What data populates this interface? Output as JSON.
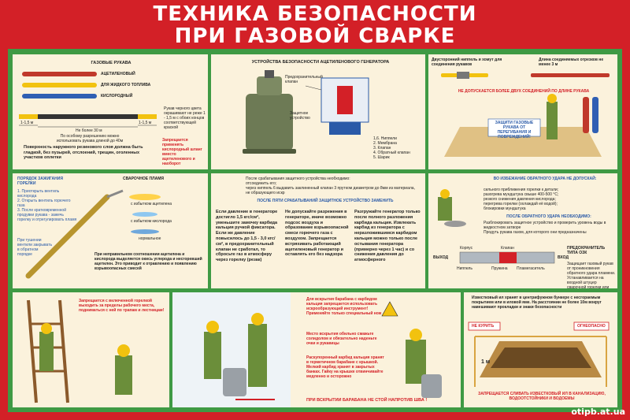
{
  "title": {
    "line1": "ТЕХНИКА БЕЗОПАСНОСТИ",
    "line2": "ПРИ ГАЗОВОЙ СВАРКЕ"
  },
  "hoses": {
    "heading": "ГАЗОВЫЕ РУКАВА",
    "acetylene": "АЦЕТИЛЕНОВЫЙ",
    "fuel": "ДЛЯ ЖИДКОГО ТОПЛИВА",
    "oxygen": "КИСЛОРОДНЫЙ",
    "dim1": "1-1,5 м",
    "dim2": "1-1,5 м",
    "dim_total": "Не более 30 м",
    "note_right": "Рукав черного цвета окрашивают не реже 1 - 1,5 м с обоих концов соответствующей краской",
    "special": "По особому разрешению можно использовать рукава длиной до 40м",
    "surface": "Поверхность наружного резинового слоя должна быть гладкой, без пузырей, отслоений, трещин, оголенных участков оплетки",
    "forbidden": "Запрещается применять кислородный шланг вместо ацетиленового и наоборот"
  },
  "generator": {
    "heading": "УСТРОЙСТВА БЕЗОПАСНОСТИ АЦЕТИЛЕНОВОГО ГЕНЕРАТОРА",
    "label_valve": "Предохранительный клапан",
    "label_device": "Защитное устройство",
    "parts": [
      "1,6. Ниппели",
      "2. Мембрана",
      "3. Клапан",
      "4. Обратный клапан",
      "5. Шарик"
    ]
  },
  "nipple": {
    "label1": "Двусторонний ниппель и хомут для соединения рукавов",
    "label2": "Длина соединяемых отрезков не менее 3 м",
    "forbidden": "НЕ ДОПУСКАЕТСЯ БОЛЕЕ ДВУХ СОЕДИНЕНИЙ ПО ДЛИНЕ РУКАВА",
    "protect": "ЗАЩИТИ ГАЗОВЫЕ РУКАВА ОТ ПЕРЕГИБАНИЯ И ПОВРЕЖДЕНИЙ!"
  },
  "ignition": {
    "heading": "ПОРЯДОК ЗАЖИГАНИЯ ГОРЕЛКИ",
    "steps": [
      "1. Приоткрыть вентиль кислорода",
      "2. Открыть вентиль горючего газа",
      "3. После кратковременной продувки рукава - зажечь горелку и отрегулировать пламя"
    ],
    "extinguish": "При тушении вентили закрывать в обратном порядке",
    "flame_heading": "СВАРОЧНОЕ ПЛАМЯ",
    "flame1": "с избытком ацетилена",
    "flame2": "с избытком кислорода",
    "flame3": "нормальное",
    "warning": "При неправильном соотношении ацетилена и кислорода выделяется окись углерода и несгоревший ацетилен. Это приводит к отравлению и появлению взрывоопасных смесей"
  },
  "pressure": {
    "after": "После срабатывания защитного устройства необходимо:",
    "item1": "отсоединить его;",
    "item2": "через ниппель 6 выдавить заклиненный клапан 3 прутком диаметром до 8мм из материала, не образующего искр",
    "replace": "ПОСЛЕ ПЯТИ СРАБАТЫВАНИЙ ЗАЩИТНОЕ УСТРОЙСТВО ЗАМЕНИТЬ",
    "col1": "Если давление в генераторе достигло 1,5 кгс/см², уменьшите замочку карбида кальция ручкой фиксатора. Если же давление повысилось до 1,5 - 3,0 кгс/см², в предохранительный клапан не сработал, то сбросьте газ в атмосферу через горелку (резак)",
    "col2": "Не допускайте разрежения в генераторе, иначе возможно подсос воздуха и образование взрывоопасной смеси горючего газа с воздухом. Запрещается встряхивать работающий ацетиленовый генератор и оставлять его без надзора",
    "col3": "Разгружайте генератор только после полного разложения карбида кальция. Извлекать карбид из генератора с неразложившимся карбидом кальция можно только после остывания генератора (примерно через 1 час) и со снижения давления до атмосферного"
  },
  "backfire": {
    "heading": "ВО ИЗБЕЖАНИЕ ОБРАТНОГО УДАРА НЕ ДОПУСКАЙ:",
    "items": [
      "сильного приближения горелки к детали;",
      "разогрева мундштука свыше 400-500 °С;",
      "резкого снижения давления кислорода;",
      "перегрева горелки (охлаждай её водой);",
      "блокировки мундштука"
    ],
    "after_heading": "ПОСЛЕ ОБРАТНОГО УДАРА НЕОБХОДИМО:",
    "after_items": [
      "Разблокировать защитное устройство и проверить уровень воды в жидкостном затворе",
      "Продуть рукава газом, для которого они предназначены"
    ],
    "body": "Корпус",
    "valve": "Клапан",
    "exit": "ВЫХОД",
    "entrance": "ВХОД",
    "nipple": "Ниппель",
    "spring": "Пружина",
    "flame_arrester": "Пламегаситель",
    "fuse_heading": "ПРЕДОХРАНИТЕЛЬ ТИПА ОЗК",
    "fuse_text": "Защищает газовый рукав от проникновения обратного удара пламени. Устанавливается на входной штуцер сварочной горелки или резака"
  },
  "ladder": {
    "warning": "Запрещается с включенной горелкой выходить за пределы рабочего места, подниматься с ней по трапам и лестницам!"
  },
  "carbide": {
    "text1": "Для вскрытия барабана с карбидом кальция запрещается использовать искрообразующий инструмент! Применяйте только специальный нож",
    "text2": "Место вскрытия обильно смажьте солидолом и обязательно наденьте очки и рукавицы",
    "text3": "Раскупоренный карбид кальция хранят в герметичном барабане с крышкой. Мелкий карбид хранят в закрытых банках. Гайку на крышке отвинчивайте медленно и осторожно",
    "bottom": "ПРИ ВСКРЫТИИ БАРАБАНА НЕ СТОЙ НАПРОТИВ ШВА !"
  },
  "lime": {
    "text": "Известковый ил хранят в центрифужном бункере с несгораемым покрытием или в иловой яме. На расстоянии не более 10м вокруг навешивают прокладки и знаки безопасности",
    "sign1": "НЕ КУРИТЬ",
    "sign2": "ОГНЕОПАСНО",
    "height": "1 м",
    "bottom": "ЗАПРЕЩАЕТСЯ СЛИВАТЬ ИЗВЕСТКОВЫЙ ИЛ В КАНАЛИЗАЦИЮ, ВОДООТСТОЙНИКИ И ВОДОЕМЫ"
  },
  "watermark": "otipb.at.ua",
  "colors": {
    "red": "#d32027",
    "green": "#3f9a44",
    "panel": "#fbf2dc",
    "acetylene_hose": "#c0392b",
    "fuel_hose": "#f2c20f",
    "oxygen_hose": "#2f5fb3"
  }
}
